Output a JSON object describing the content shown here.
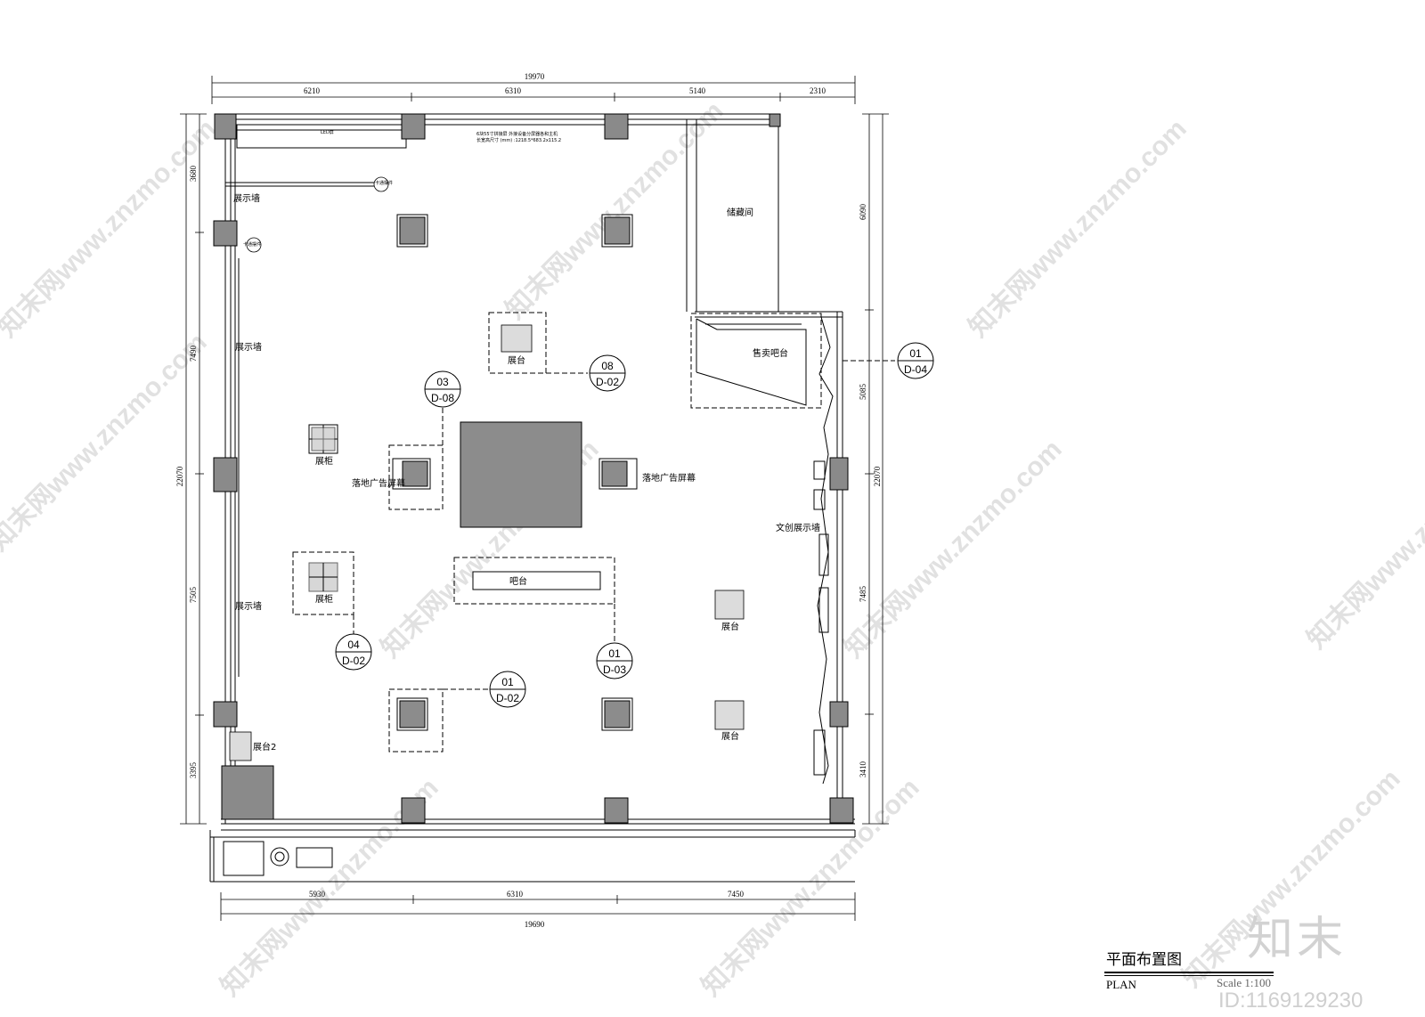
{
  "dimensions": {
    "top_total": "19970",
    "top_segments": [
      "6210",
      "6310",
      "5140",
      "2310"
    ],
    "bottom_total": "19690",
    "bottom_segments": [
      "5930",
      "6310",
      "7450"
    ],
    "left_total": "22070",
    "left_segments": [
      "3680",
      "7490",
      "7505",
      "3395"
    ],
    "right_total": "22070",
    "right_segments": [
      "6090",
      "5085",
      "7485",
      "3410"
    ]
  },
  "labels": {
    "led": "LED屏",
    "screen_note_1": "6块55寸拼接屏 外接设备分屏器各和主机",
    "screen_note_2": "长宽高尺寸 (mm) :1218.5*683.2x115.2",
    "card_1": "卡通摆件",
    "card_2": "卡通摆件",
    "display_wall_1": "展示墙",
    "display_wall_2": "展示墙",
    "display_wall_3": "展示墙",
    "storage": "储藏间",
    "sales_bar": "售卖吧台",
    "platform_1": "展台",
    "platform_2": "展台",
    "platform_3": "展台",
    "platform_4": "展台2",
    "cabinet_1": "展柜",
    "cabinet_2": "展柜",
    "ad_screen_left": "落地广告屏幕",
    "ad_screen_right": "落地广告屏幕",
    "bar": "吧台",
    "creative_wall": "文创展示墙"
  },
  "tags": [
    {
      "top": "03",
      "bottom": "D-08"
    },
    {
      "top": "08",
      "bottom": "D-02"
    },
    {
      "top": "01",
      "bottom": "D-04"
    },
    {
      "top": "04",
      "bottom": "D-02"
    },
    {
      "top": "01",
      "bottom": "D-03"
    },
    {
      "top": "01",
      "bottom": "D-02"
    }
  ],
  "title": {
    "cn": "平面布置图",
    "en": "PLAN",
    "scale": "Scale 1:100"
  },
  "watermark": {
    "text": "知末网www.znzmo.com",
    "brand": "知末",
    "image_id": "ID:1169129230"
  },
  "colors": {
    "column_fill": "#8a8a8a",
    "furniture_fill": "#8c8c8c",
    "line": "#000000"
  }
}
